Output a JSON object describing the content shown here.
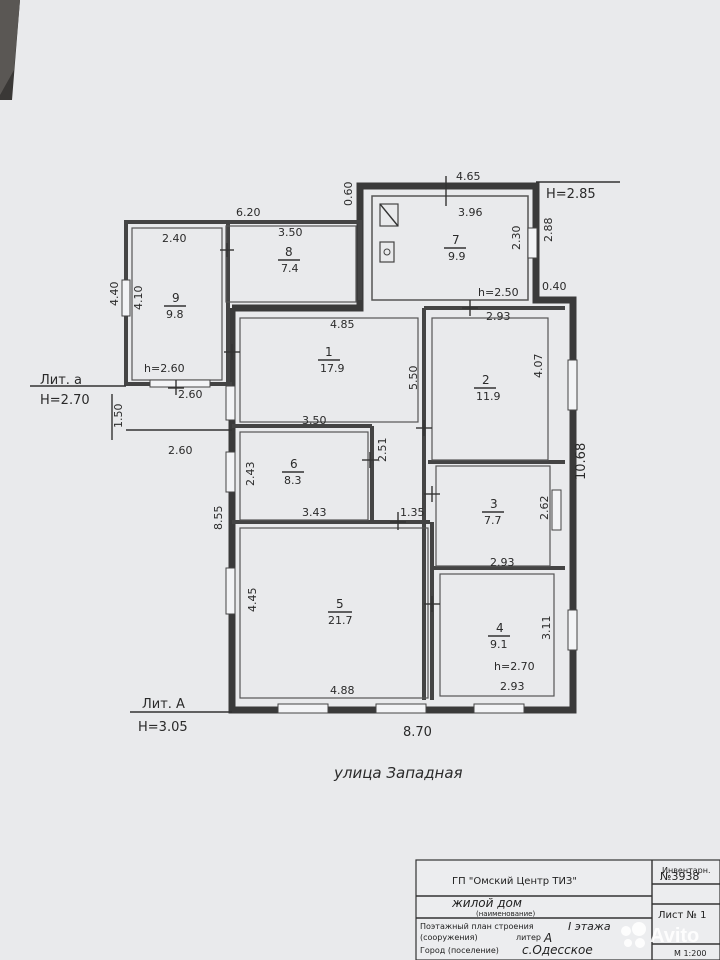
{
  "street": "улица Западная",
  "heights": {
    "main": "H=3.05",
    "annex": "H=2.70",
    "upper": "H=2.85",
    "lit_main": "Лит. А",
    "lit_annex": "Лит. а"
  },
  "overall_dims": {
    "length": "10.68",
    "width": "8.70",
    "left_side": "8.55",
    "top_left": "6.20",
    "top_right": "4.65",
    "step_a": "0.60",
    "step_b": "0.40",
    "annex_side": "4.40",
    "annex_bottom": "2.60",
    "annex_bottom2": "2.60",
    "annex_gap": "1.50"
  },
  "rooms": [
    {
      "num": "1",
      "area": "17.9",
      "dim_top": "4.85",
      "dim_side": "5.50",
      "dim_bottom": "3.50"
    },
    {
      "num": "2",
      "area": "11.9",
      "dim_top": "2.93",
      "dim_side": "4.07"
    },
    {
      "num": "3",
      "area": "7.7",
      "dim_side": "2.62",
      "dim_bottom": "2.93"
    },
    {
      "num": "4",
      "area": "9.1",
      "dim_side": "3.11",
      "dim_bottom": "2.93",
      "height": "h=2.70"
    },
    {
      "num": "5",
      "area": "21.7",
      "dim_side": "4.45",
      "dim_bottom": "4.88"
    },
    {
      "num": "6",
      "area": "8.3",
      "dim_side": "2.43",
      "dim_side2": "2.51",
      "dim_bottom": "3.43",
      "dim_extra": "1.35"
    },
    {
      "num": "7",
      "area": "9.9",
      "dim_top": "3.96",
      "dim_side": "2.30",
      "dim_side2": "2.88",
      "height": "h=2.50"
    },
    {
      "num": "8",
      "area": "7.4",
      "dim_top": "3.50"
    },
    {
      "num": "9",
      "area": "9.8",
      "dim_top": "2.40",
      "dim_side": "4.10",
      "height": "h=2.60"
    }
  ],
  "stamp": {
    "org": "ГП \"Омский Центр ТИЗ\"",
    "inv_label": "Инвентарн.",
    "inv_no": "№3938",
    "object": "жилой дом",
    "object_sub": "(наименование)",
    "plan_label": "Поэтажный план строения",
    "plan_sub": "(сооружения)",
    "floor": "I этажа",
    "liter_label": "литер",
    "liter": "А",
    "city_label": "Город (поселение)",
    "city": "с.Одесское",
    "sheet": "Лист № 1",
    "scale": "М 1:200"
  },
  "watermark": "Avito"
}
